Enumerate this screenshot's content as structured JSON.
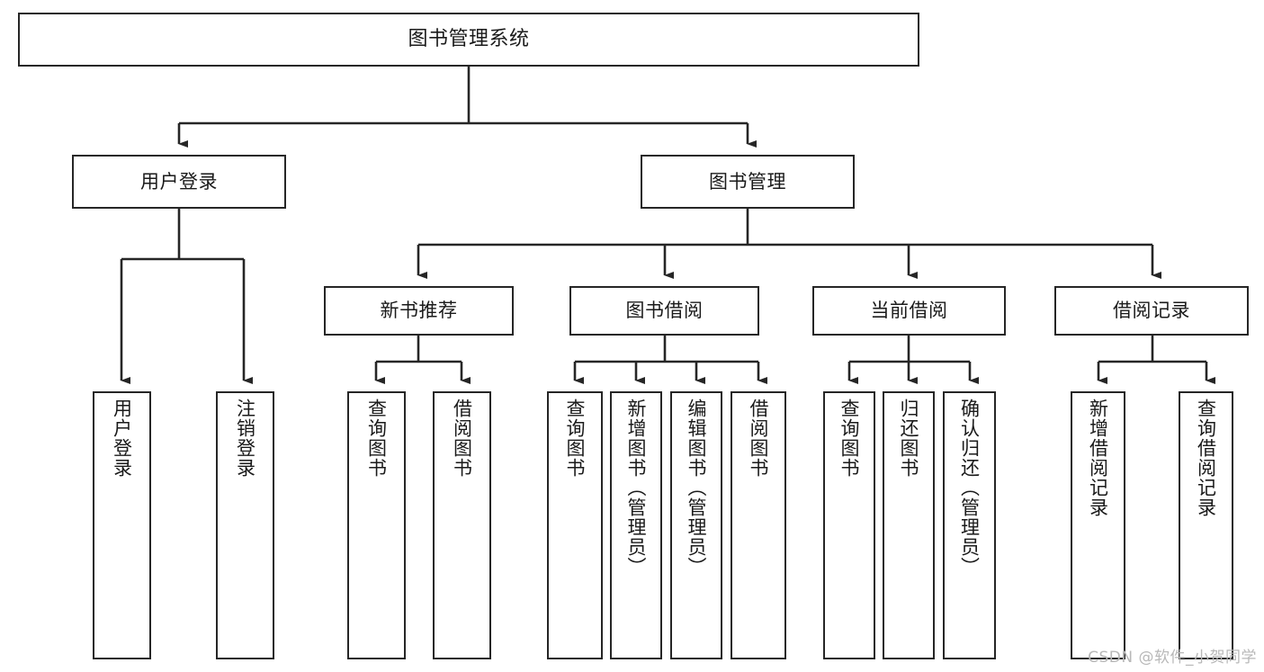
{
  "diagram": {
    "title": "图书管理系统",
    "watermark": "CSDN @软件_小贺同学",
    "line_color": "#262626",
    "box_border_color": "#262626",
    "box_fill_color": "#ffffff",
    "background_color": "#ffffff",
    "text_color": "#1a1a1a",
    "watermark_color": "#b8b8b8"
  },
  "nodes": {
    "root": {
      "label": "图书管理系统"
    },
    "level1": [
      {
        "label": "用户登录"
      },
      {
        "label": "图书管理"
      }
    ],
    "level2": [
      {
        "label": "新书推荐"
      },
      {
        "label": "图书借阅"
      },
      {
        "label": "当前借阅"
      },
      {
        "label": "借阅记录"
      }
    ],
    "leaves": {
      "user_login": [
        {
          "label": "用户登录"
        },
        {
          "label": "注销登录"
        }
      ],
      "new_book_recommend": [
        {
          "label": "查询图书"
        },
        {
          "label": "借阅图书"
        }
      ],
      "book_borrow": [
        {
          "label": "查询图书"
        },
        {
          "label": "新增图书（管理员）"
        },
        {
          "label": "编辑图书（管理员）"
        },
        {
          "label": "借阅图书"
        }
      ],
      "current_borrow": [
        {
          "label": "查询图书"
        },
        {
          "label": "归还图书"
        },
        {
          "label": "确认归还（管理员）"
        }
      ],
      "borrow_record": [
        {
          "label": "新增借阅记录"
        },
        {
          "label": "查询借阅记录"
        }
      ]
    }
  },
  "chart_data": {
    "type": "diagram",
    "title": "图书管理系统",
    "subtype": "tree / functional-structure-chart",
    "orientation": "top-down",
    "tree": {
      "label": "图书管理系统",
      "children": [
        {
          "label": "用户登录",
          "children": [
            {
              "label": "用户登录"
            },
            {
              "label": "注销登录"
            }
          ]
        },
        {
          "label": "图书管理",
          "children": [
            {
              "label": "新书推荐",
              "children": [
                {
                  "label": "查询图书"
                },
                {
                  "label": "借阅图书"
                }
              ]
            },
            {
              "label": "图书借阅",
              "children": [
                {
                  "label": "查询图书"
                },
                {
                  "label": "新增图书（管理员）"
                },
                {
                  "label": "编辑图书（管理员）"
                },
                {
                  "label": "借阅图书"
                }
              ]
            },
            {
              "label": "当前借阅",
              "children": [
                {
                  "label": "查询图书"
                },
                {
                  "label": "归还图书"
                },
                {
                  "label": "确认归还（管理员）"
                }
              ]
            },
            {
              "label": "借阅记录",
              "children": [
                {
                  "label": "新增借阅记录"
                },
                {
                  "label": "查询借阅记录"
                }
              ]
            }
          ]
        }
      ]
    }
  }
}
